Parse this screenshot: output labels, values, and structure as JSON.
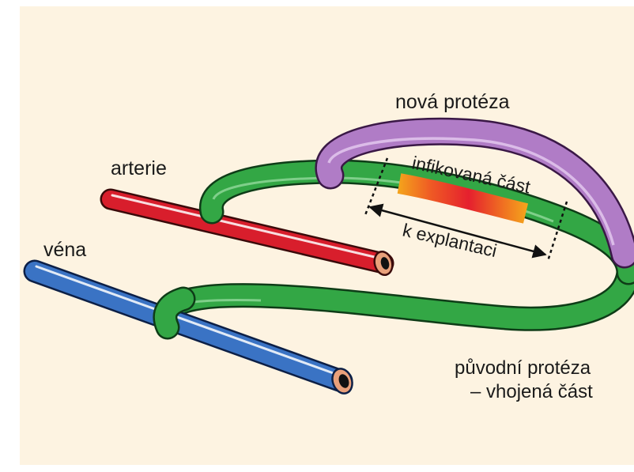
{
  "labels": {
    "new_prosthesis": "nová protéza",
    "artery": "arterie",
    "vein": "véna",
    "infected_part": "infikovaná část",
    "to_explant": "k explantaci",
    "original_prosthesis_line1": "původní protéza",
    "original_prosthesis_line2": "– vhojená část"
  },
  "colors": {
    "background": "#fdf3e1",
    "artery": "#d81e2c",
    "vein": "#3a73c4",
    "original_prosthesis": "#33a745",
    "new_prosthesis": "#b07cc6",
    "infection_core": "#e5202e",
    "infection_edge": "#f4a21c",
    "vessel_lumen": "#e9a07a"
  }
}
